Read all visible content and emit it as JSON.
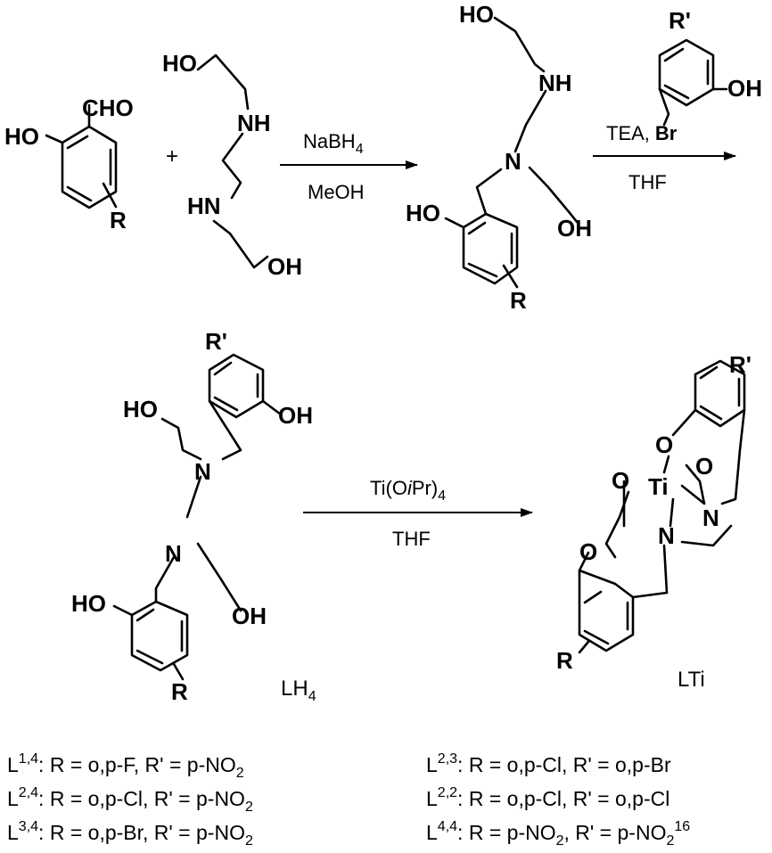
{
  "scheme": {
    "step1": {
      "reactant_aldehyde": {
        "cho": "CHO",
        "ho": "HO",
        "r": "R"
      },
      "plus": "+",
      "reactant_amine": {
        "ho": "HO",
        "nh_top": "NH",
        "hn": "HN",
        "oh": "OH"
      },
      "reagent_top": "NaBH",
      "reagent_top_sub": "4",
      "reagent_bottom": "MeOH"
    },
    "step1_product": {
      "ho_top": "HO",
      "nh": "NH",
      "n": "N",
      "ho_phenol": "HO",
      "oh": "OH",
      "r": "R"
    },
    "step2": {
      "reagent_struct": {
        "r_prime": "R'",
        "oh": "OH",
        "br": "Br"
      },
      "reagent_top": "TEA,",
      "reagent_top_bold": "Br",
      "reagent_bottom": "THF"
    },
    "ligand": {
      "r_prime": "R'",
      "ho": "HO",
      "oh_phenol": "OH",
      "n_top": "N",
      "n_bottom": "N",
      "ho_phenol": "HO",
      "oh": "OH",
      "r": "R",
      "label": "LH",
      "label_sub": "4"
    },
    "step3": {
      "reagent_top_prefix": "Ti(O",
      "reagent_top_italic": "i",
      "reagent_top_mid": "Pr)",
      "reagent_top_sub": "4",
      "reagent_bottom": "THF"
    },
    "complex": {
      "r_prime": "R'",
      "o_top": "O",
      "o_left": "O",
      "ti": "Ti",
      "o_right": "O",
      "n_right": "N",
      "n_center": "N",
      "o_lower": "O",
      "r": "R",
      "label": "LTi"
    }
  },
  "legend": {
    "left": [
      {
        "name": "L",
        "sup": "1,4",
        "text": ": R = o,p-F, R' = p-NO",
        "sub": "2",
        "tail": ""
      },
      {
        "name": "L",
        "sup": "2,4",
        "text": ": R = o,p-Cl, R' = p-NO",
        "sub": "2",
        "tail": ""
      },
      {
        "name": "L",
        "sup": "3,4",
        "text": ": R = o,p-Br, R' = p-NO",
        "sub": "2",
        "tail": ""
      }
    ],
    "right": [
      {
        "name": "L",
        "sup": "2,3",
        "text": ": R = o,p-Cl, R' = o,p-Br",
        "sub": "",
        "tail": ""
      },
      {
        "name": "L",
        "sup": "2,2",
        "text": ": R = o,p-Cl, R' = o,p-Cl",
        "sub": "",
        "tail": ""
      },
      {
        "name": "L",
        "sup": "4,4",
        "text": ": R = p-NO",
        "sub": "2",
        "tail": ", R' = p-NO",
        "sub2": "2",
        "sup2": "16"
      }
    ]
  }
}
